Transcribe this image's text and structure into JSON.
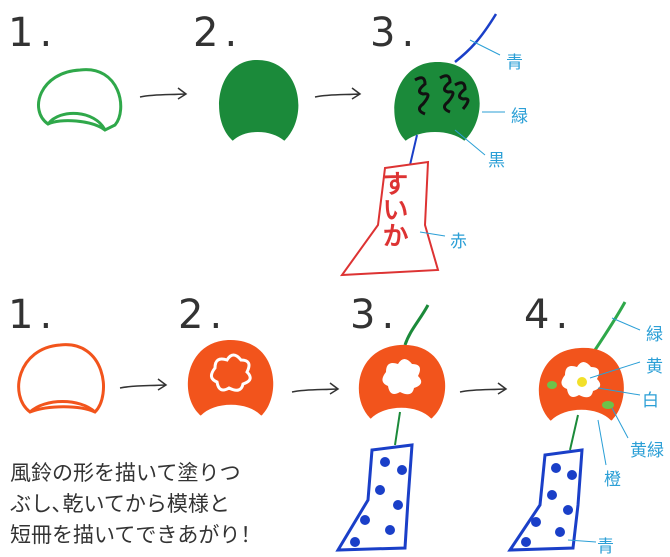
{
  "row1": {
    "steps": [
      "1.",
      "2.",
      "3."
    ],
    "labels": {
      "blue": "青",
      "green": "緑",
      "black": "黒",
      "red": "赤"
    },
    "tag_text": "すいか"
  },
  "row2": {
    "steps": [
      "1.",
      "2.",
      "3.",
      "4."
    ],
    "labels": {
      "green": "緑",
      "yellow": "黄",
      "white": "白",
      "yellow_green": "黄緑",
      "orange": "橙",
      "blue": "青"
    }
  },
  "caption": "風鈴の形を描いて塗りつ\nぶし､乾いてから模様と\n短冊を描いてできあがり！",
  "colors": {
    "green": "#1b8a3a",
    "orange": "#f2541c",
    "blue": "#1a3fc8",
    "red": "#d83a3a",
    "label": "#2b9fd6"
  }
}
